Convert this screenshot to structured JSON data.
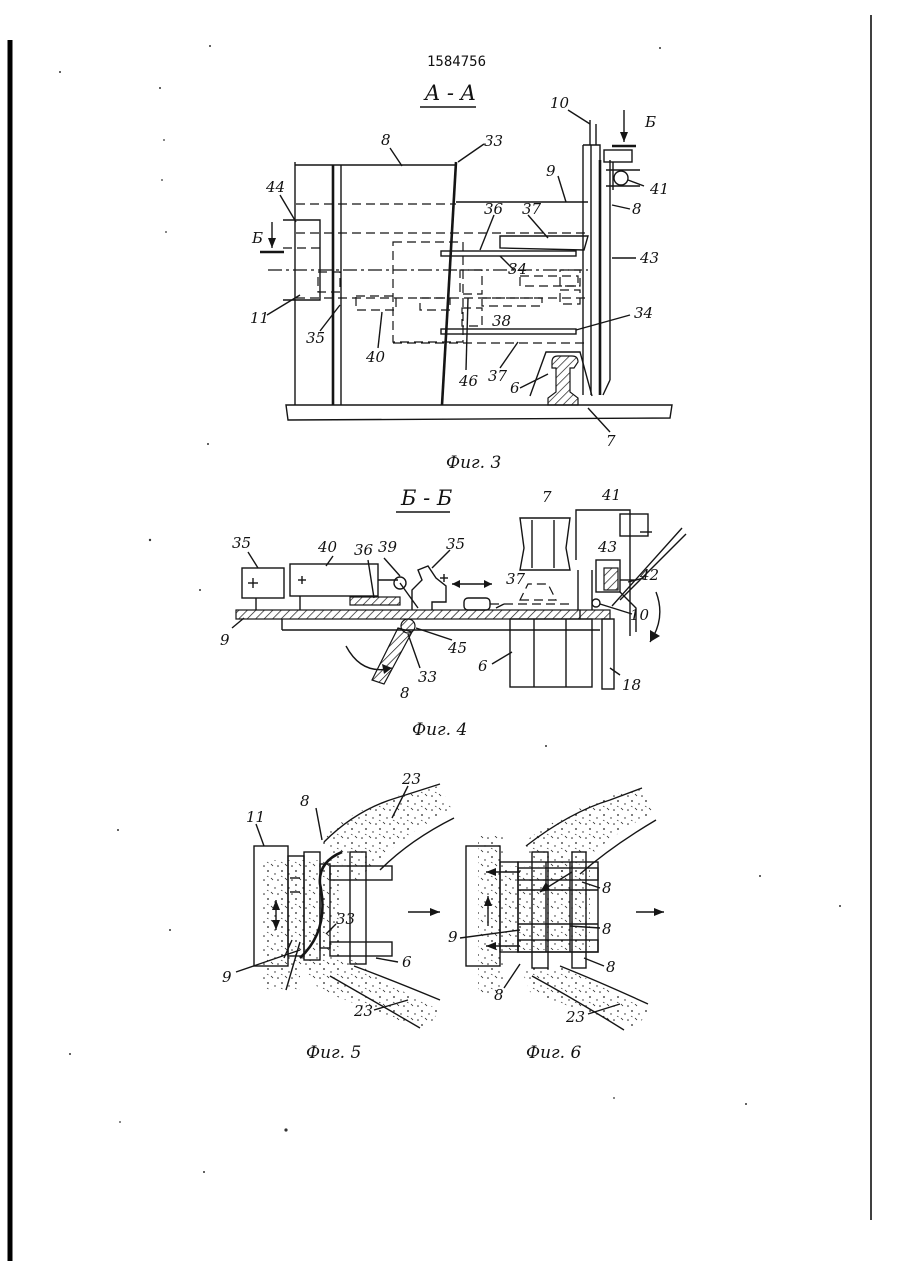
{
  "document": {
    "patent_number": "1584756",
    "section_aa": "A - A",
    "section_bb": "Б - Б",
    "section_mark_b": "Б"
  },
  "figures": [
    {
      "caption": "Фиг. 3",
      "labels": [
        "8",
        "33",
        "10",
        "Б",
        "41",
        "9",
        "8",
        "44",
        "Б",
        "36",
        "37",
        "43",
        "34",
        "11",
        "38",
        "34",
        "35",
        "40",
        "46",
        "37",
        "6",
        "7"
      ]
    },
    {
      "caption": "Фиг. 4",
      "labels": [
        "35",
        "40",
        "36",
        "39",
        "35",
        "7",
        "41",
        "43",
        "42",
        "37",
        "9",
        "45",
        "10",
        "33",
        "6",
        "8",
        "18"
      ]
    },
    {
      "caption": "Фиг. 5",
      "labels": [
        "23",
        "11",
        "8",
        "33",
        "9",
        "6",
        "23"
      ]
    },
    {
      "caption": "Фиг. 6",
      "labels": [
        "8",
        "8",
        "9",
        "8",
        "8",
        "23"
      ]
    }
  ]
}
